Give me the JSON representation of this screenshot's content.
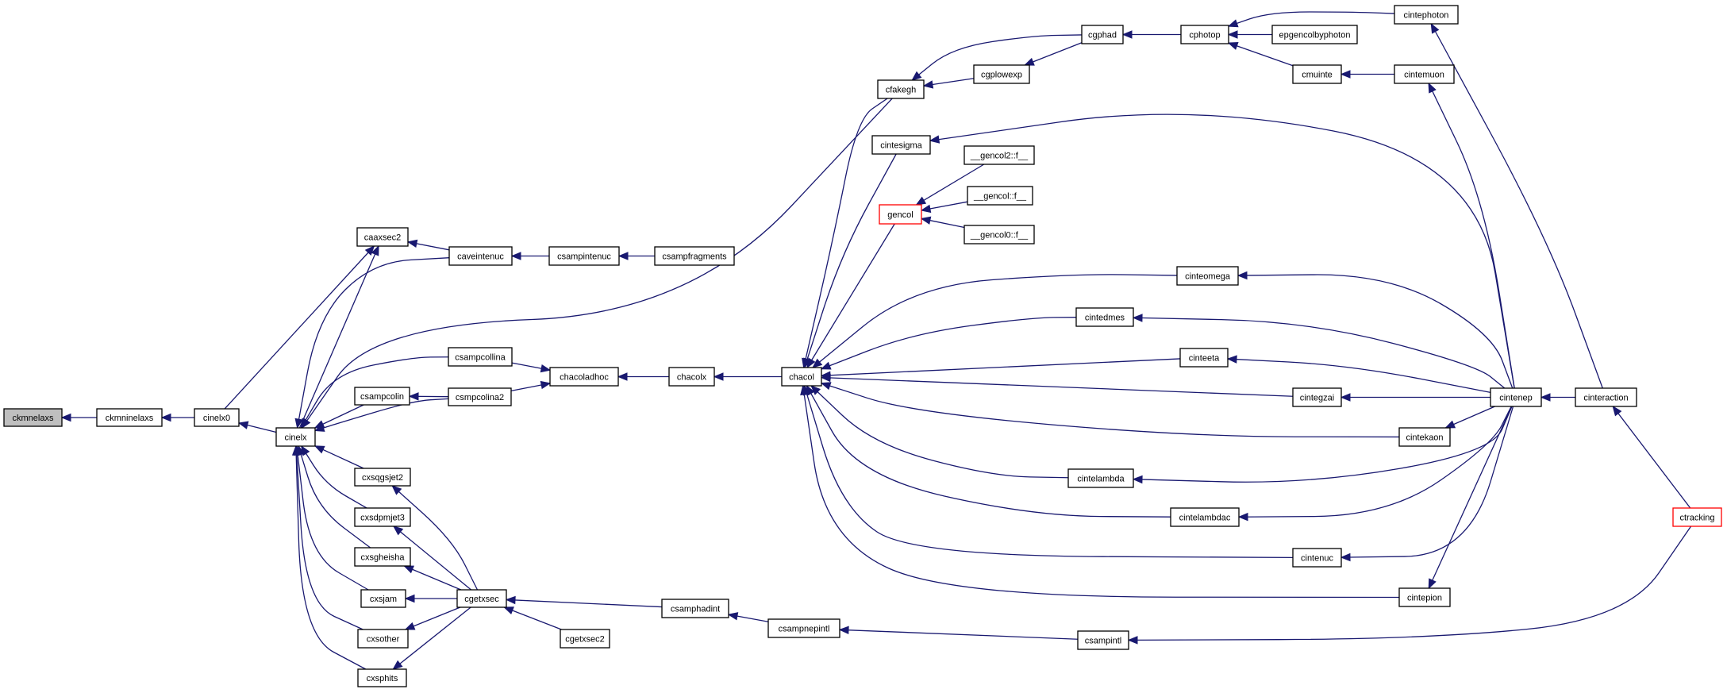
{
  "graph": {
    "edge_color": "#191970",
    "root_fill": "#bfbfbf",
    "highlight_border": "#ff0000",
    "nodes": [
      {
        "id": "ckmnelaxs",
        "label": "ckmnelaxs",
        "style": "root"
      },
      {
        "id": "ckmninelaxs",
        "label": "ckmninelaxs"
      },
      {
        "id": "cinelx0",
        "label": "cinelx0"
      },
      {
        "id": "cinelx",
        "label": "cinelx"
      },
      {
        "id": "caaxsec2",
        "label": "caaxsec2"
      },
      {
        "id": "caveintenuc",
        "label": "caveintenuc"
      },
      {
        "id": "csampintenuc",
        "label": "csampintenuc"
      },
      {
        "id": "csampfragments",
        "label": "csampfragments"
      },
      {
        "id": "csampcollina",
        "label": "csampcollina"
      },
      {
        "id": "csampcolin",
        "label": "csampcolin"
      },
      {
        "id": "csmpcolina2",
        "label": "csmpcolina2"
      },
      {
        "id": "chacoladhoc",
        "label": "chacoladhoc"
      },
      {
        "id": "chacolx",
        "label": "chacolx"
      },
      {
        "id": "chacol",
        "label": "chacol"
      },
      {
        "id": "cxsqgsjet2",
        "label": "cxsqgsjet2"
      },
      {
        "id": "cxsdpmjet3",
        "label": "cxsdpmjet3"
      },
      {
        "id": "cxsgheisha",
        "label": "cxsgheisha"
      },
      {
        "id": "cxsjam",
        "label": "cxsjam"
      },
      {
        "id": "cxsother",
        "label": "cxsother"
      },
      {
        "id": "cxsphits",
        "label": "cxsphits"
      },
      {
        "id": "cgetxsec",
        "label": "cgetxsec"
      },
      {
        "id": "csamphadint",
        "label": "csamphadint"
      },
      {
        "id": "cgetxsec2",
        "label": "cgetxsec2"
      },
      {
        "id": "csampnepintl",
        "label": "csampnepintl"
      },
      {
        "id": "csampintl",
        "label": "csampintl"
      },
      {
        "id": "cfakegh",
        "label": "cfakegh"
      },
      {
        "id": "cgplowexp",
        "label": "cgplowexp"
      },
      {
        "id": "cgphad",
        "label": "cgphad"
      },
      {
        "id": "cphotop",
        "label": "cphotop"
      },
      {
        "id": "cintephoton",
        "label": "cintephoton"
      },
      {
        "id": "epgencolbyphoton",
        "label": "epgencolbyphoton"
      },
      {
        "id": "cmuinte",
        "label": "cmuinte"
      },
      {
        "id": "cintemuon",
        "label": "cintemuon"
      },
      {
        "id": "cintesigma",
        "label": "cintesigma"
      },
      {
        "id": "gencol",
        "label": "gencol",
        "style": "red"
      },
      {
        "id": "gencol2_f",
        "label": "__gencol2::f__"
      },
      {
        "id": "gencol_f",
        "label": "__gencol::f__"
      },
      {
        "id": "gencol0_f",
        "label": "__gencol0::f__"
      },
      {
        "id": "cinteomega",
        "label": "cinteomega"
      },
      {
        "id": "cintedmes",
        "label": "cintedmes"
      },
      {
        "id": "cinteeta",
        "label": "cinteeta"
      },
      {
        "id": "cintegzai",
        "label": "cintegzai"
      },
      {
        "id": "cintekaon",
        "label": "cintekaon"
      },
      {
        "id": "cintelambda",
        "label": "cintelambda"
      },
      {
        "id": "cintelambdac",
        "label": "cintelambdac"
      },
      {
        "id": "cintenuc",
        "label": "cintenuc"
      },
      {
        "id": "cintepion",
        "label": "cintepion"
      },
      {
        "id": "cintenep",
        "label": "cintenep"
      },
      {
        "id": "cinteraction",
        "label": "cinteraction"
      },
      {
        "id": "ctracking",
        "label": "ctracking",
        "style": "red"
      }
    ]
  }
}
